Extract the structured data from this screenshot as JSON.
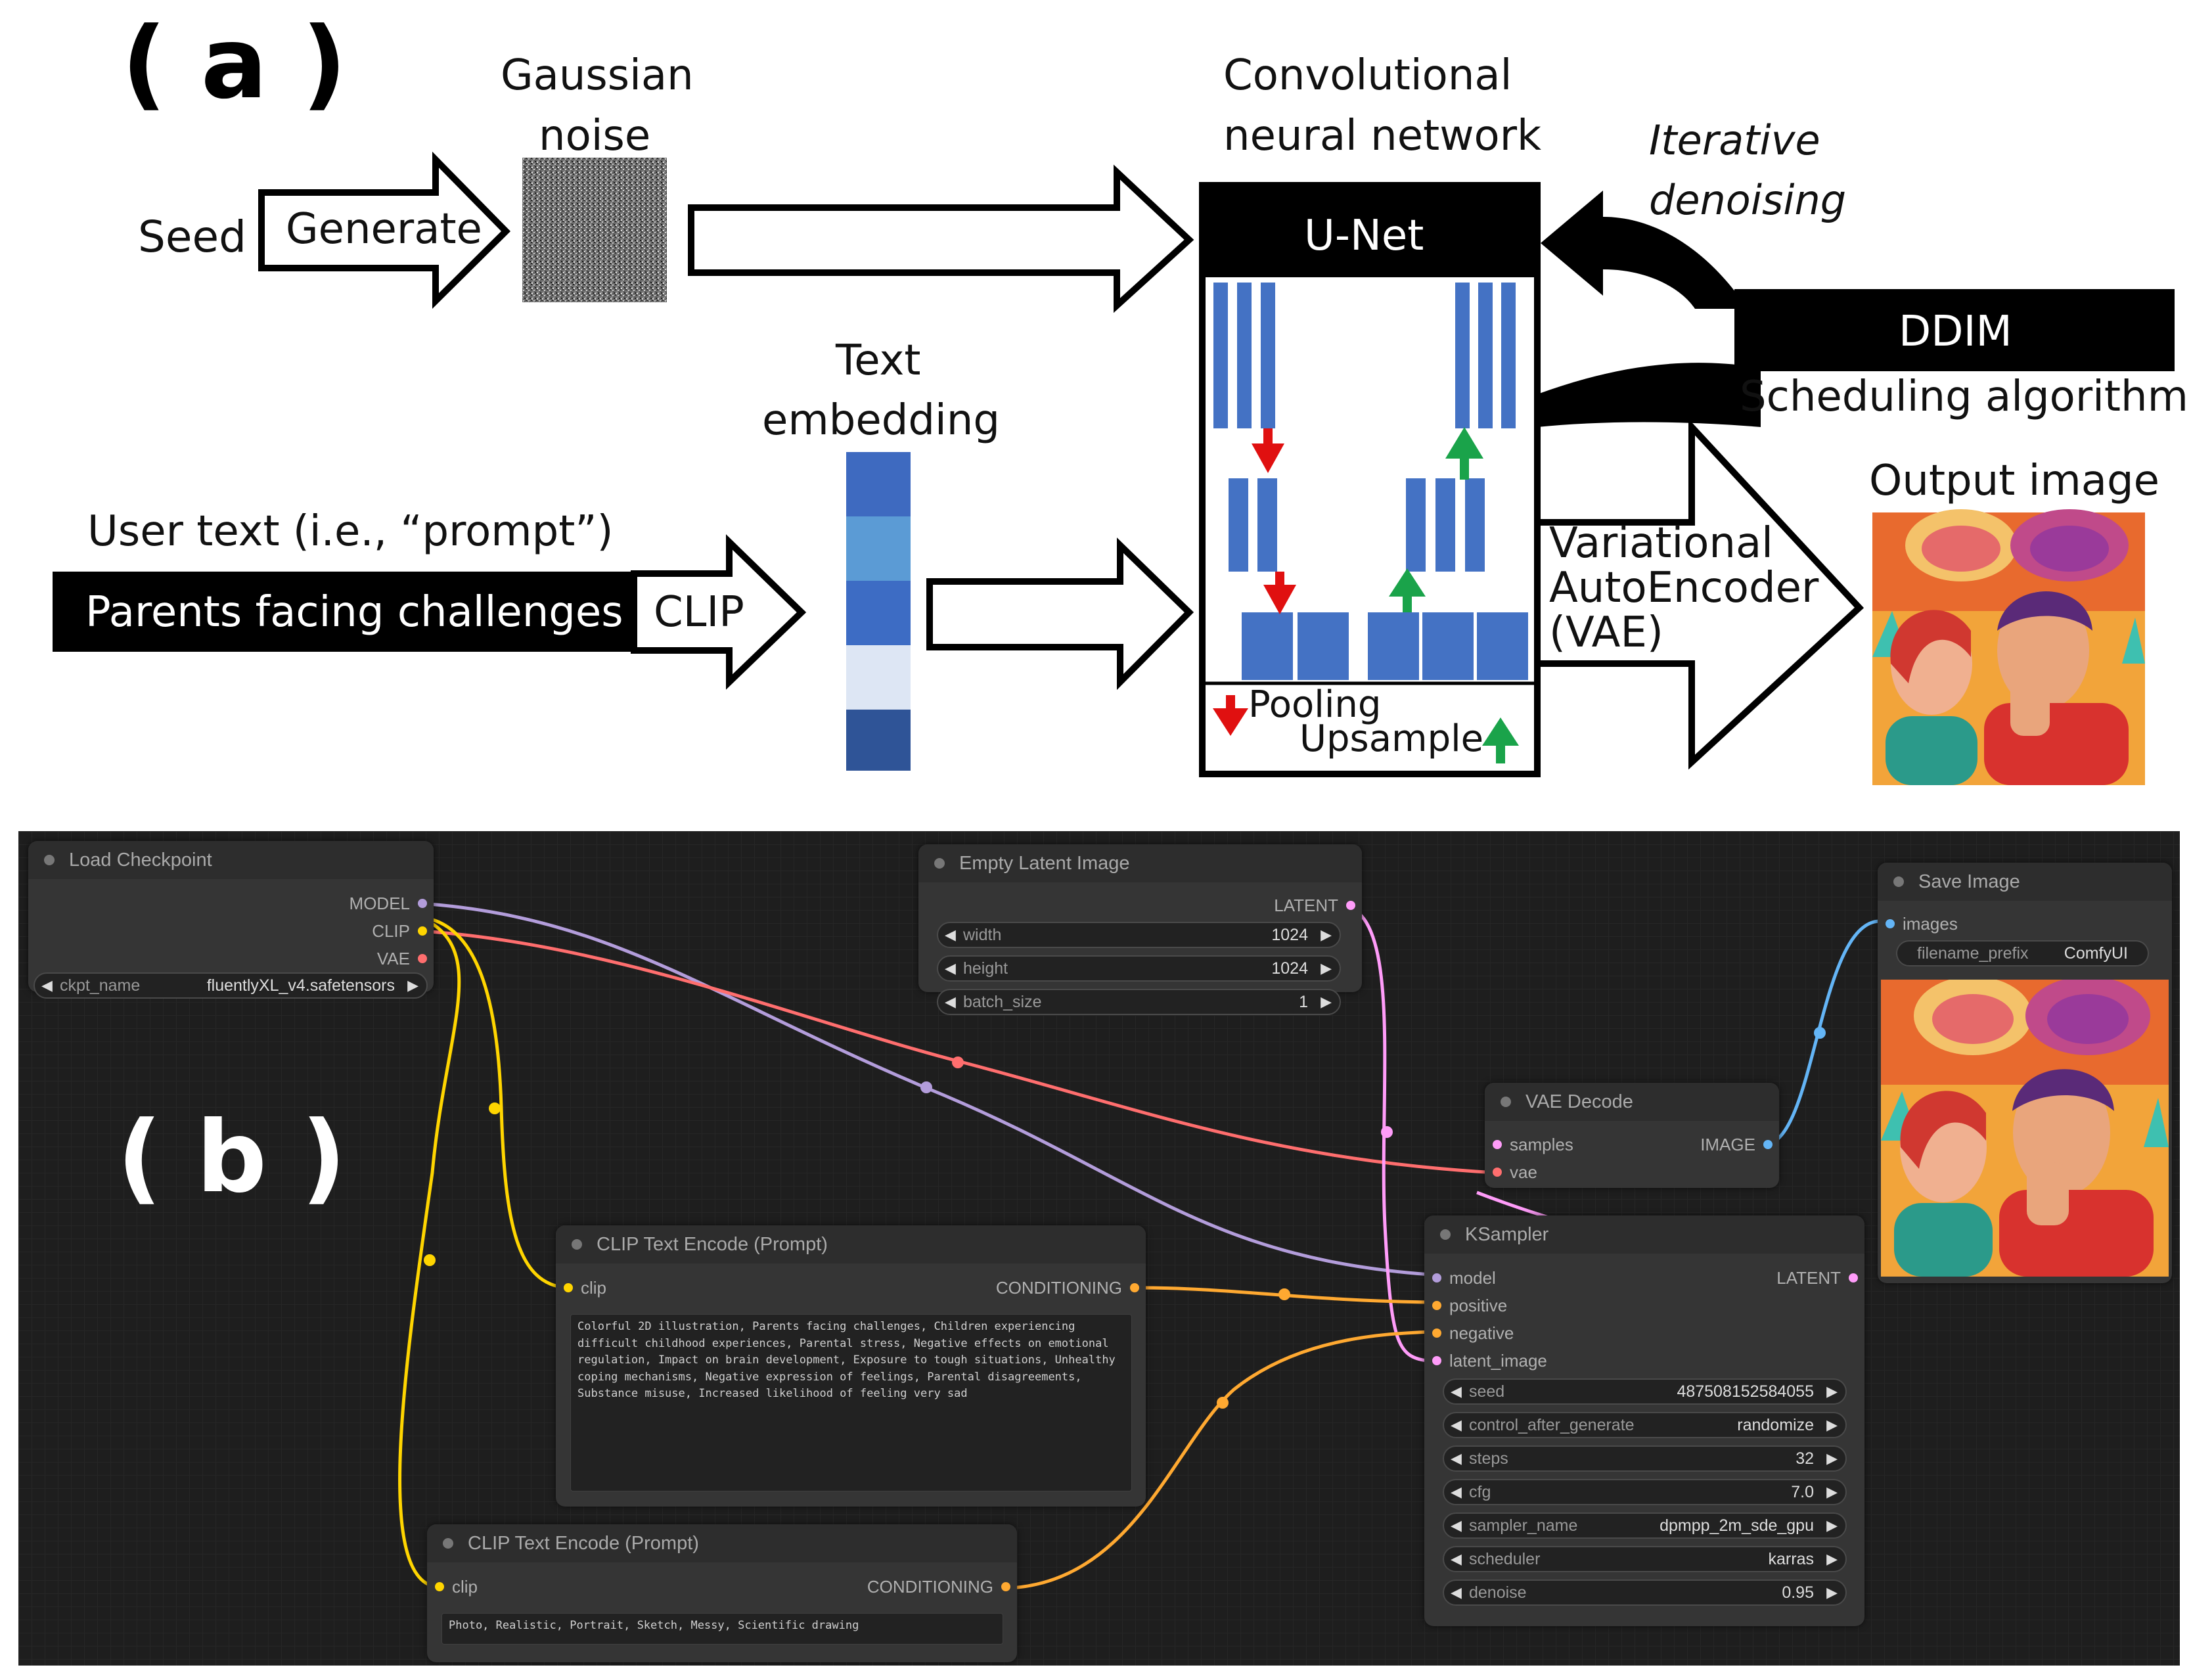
{
  "panel_a": {
    "letter": "( a )",
    "seed_label": "Seed",
    "generate_label": "Generate",
    "noise_label_line1": "Gaussian",
    "noise_label_line2": "noise",
    "cnn_label_line1": "Convolutional",
    "cnn_label_line2": "neural network",
    "unet_label": "U-Net",
    "iterative_line1": "Iterative",
    "iterative_line2": "denoising",
    "ddim_label": "DDIM",
    "scheduling_label": "Scheduling algorithm",
    "text_embedding_line1": "Text",
    "text_embedding_line2": "embedding",
    "user_text_label": "User text (i.e., “prompt”)",
    "prompt_text": "Parents facing challenges",
    "clip_label": "CLIP",
    "vae_line1": "Variational",
    "vae_line2": "AutoEncoder",
    "vae_line3": "(VAE)",
    "output_label": "Output image",
    "pooling_label": "Pooling",
    "upsample_label": "Upsample",
    "embedding_colors": [
      "#3e6ac0",
      "#5b9bd5",
      "#3d6cc4",
      "#dde6f4",
      "#2f5497"
    ],
    "colors": {
      "block_blue": "#4472c4",
      "down_arrow": "#e01010",
      "up_arrow": "#1aa34a"
    }
  },
  "panel_b": {
    "letter": "( b )",
    "load_checkpoint": {
      "title": "Load Checkpoint",
      "outputs": [
        "MODEL",
        "CLIP",
        "VAE"
      ],
      "widget_name": "ckpt_name",
      "widget_value": "fluentlyXL_v4.safetensors"
    },
    "empty_latent": {
      "title": "Empty Latent Image",
      "output": "LATENT",
      "widgets": [
        {
          "name": "width",
          "value": "1024"
        },
        {
          "name": "height",
          "value": "1024"
        },
        {
          "name": "batch_size",
          "value": "1"
        }
      ]
    },
    "save_image": {
      "title": "Save Image",
      "input": "images",
      "widget_name": "filename_prefix",
      "widget_value": "ComfyUI"
    },
    "vae_decode": {
      "title": "VAE Decode",
      "inputs": [
        "samples",
        "vae"
      ],
      "output": "IMAGE"
    },
    "clip_positive": {
      "title": "CLIP Text Encode (Prompt)",
      "input": "clip",
      "output": "CONDITIONING",
      "text": "Colorful 2D illustration, Parents facing challenges, Children experiencing difficult childhood experiences, Parental stress, Negative effects on emotional regulation, Impact on brain development, Exposure to tough situations, Unhealthy coping mechanisms, Negative expression of feelings, Parental disagreements, Substance misuse, Increased likelihood of feeling very sad"
    },
    "clip_negative": {
      "title": "CLIP Text Encode (Prompt)",
      "input": "clip",
      "output": "CONDITIONING",
      "text": "Photo, Realistic, Portrait, Sketch, Messy, Scientific drawing"
    },
    "ksampler": {
      "title": "KSampler",
      "inputs": [
        "model",
        "positive",
        "negative",
        "latent_image"
      ],
      "output": "LATENT",
      "widgets": [
        {
          "name": "seed",
          "value": "487508152584055"
        },
        {
          "name": "control_after_generate",
          "value": "randomize"
        },
        {
          "name": "steps",
          "value": "32"
        },
        {
          "name": "cfg",
          "value": "7.0"
        },
        {
          "name": "sampler_name",
          "value": "dpmpp_2m_sde_gpu"
        },
        {
          "name": "scheduler",
          "value": "karras"
        },
        {
          "name": "denoise",
          "value": "0.95"
        }
      ]
    },
    "link_colors": {
      "model": "#b39ddb",
      "clip": "#ffd500",
      "vae": "#ff6e6e",
      "latent": "#ff9cf9",
      "conditioning": "#ffa931",
      "image": "#64b5f6"
    }
  }
}
